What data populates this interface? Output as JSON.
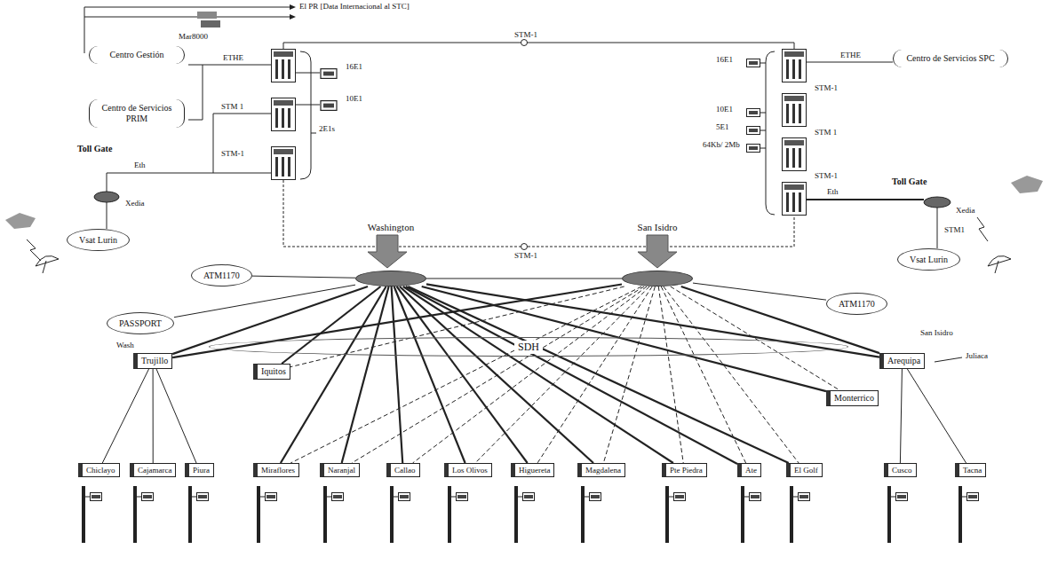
{
  "diagram": {
    "nodes": [
      {
        "text": [
          "Centro Gestión"
        ]
      },
      {
        "text": [
          "Centro de Servicios PRIM"
        ]
      },
      {
        "text": [
          "Vsat Lurin"
        ]
      },
      {
        "text": [
          "Centro de Servicios SPC"
        ]
      },
      {
        "text": [
          "Vsat Lurin"
        ]
      },
      {
        "text": [
          "Washington"
        ]
      },
      {
        "text": [
          "San Isidro"
        ]
      },
      {
        "text": [
          "ATM1170"
        ]
      },
      {
        "text": [
          "PASSPORT"
        ]
      },
      {
        "text": [
          "ATM1170"
        ]
      },
      {
        "text": [
          "SDH"
        ]
      },
      {
        "text": [
          "Trujillo"
        ]
      },
      {
        "text": [
          "Iquitos"
        ]
      },
      {
        "text": [
          "Monterrico"
        ]
      },
      {
        "text": [
          "Arequipa"
        ]
      },
      {
        "text": [
          "Chiclayo"
        ]
      },
      {
        "text": [
          "Cajamarca"
        ]
      },
      {
        "text": [
          "Piura"
        ]
      },
      {
        "text": [
          "Miraflores"
        ]
      },
      {
        "text": [
          "Naranjal"
        ]
      },
      {
        "text": [
          "Callao"
        ]
      },
      {
        "text": [
          "Los Olivos"
        ]
      },
      {
        "text": [
          "Higuereta"
        ]
      },
      {
        "text": [
          "Magdalena"
        ]
      },
      {
        "text": [
          "Pte Piedra"
        ]
      },
      {
        "text": [
          "Ate"
        ]
      },
      {
        "text": [
          "El Golf"
        ]
      },
      {
        "text": [
          "Cusco"
        ]
      },
      {
        "text": [
          "Tacna"
        ]
      }
    ],
    "edges": [
      {
        "from": 5,
        "to": 6,
        "arrow": "none"
      },
      {
        "from": 5,
        "to": 7,
        "arrow": "none"
      },
      {
        "from": 5,
        "to": 8,
        "arrow": "none"
      },
      {
        "from": 6,
        "to": 9,
        "arrow": "none"
      },
      {
        "from": 5,
        "to": 11,
        "arrow": "none"
      },
      {
        "from": 6,
        "to": 11,
        "arrow": "none"
      },
      {
        "from": 5,
        "to": 12,
        "arrow": "none"
      },
      {
        "from": 6,
        "to": 12,
        "arrow": "none"
      },
      {
        "from": 5,
        "to": 13,
        "arrow": "none"
      },
      {
        "from": 6,
        "to": 13,
        "arrow": "none"
      },
      {
        "from": 5,
        "to": 14,
        "arrow": "none"
      },
      {
        "from": 6,
        "to": 14,
        "arrow": "none"
      },
      {
        "from": 5,
        "to": 18,
        "arrow": "none"
      },
      {
        "from": 6,
        "to": 18,
        "arrow": "none"
      },
      {
        "from": 5,
        "to": 19,
        "arrow": "none"
      },
      {
        "from": 6,
        "to": 19,
        "arrow": "none"
      },
      {
        "from": 5,
        "to": 20,
        "arrow": "none"
      },
      {
        "from": 6,
        "to": 20,
        "arrow": "none"
      },
      {
        "from": 5,
        "to": 21,
        "arrow": "none"
      },
      {
        "from": 6,
        "to": 21,
        "arrow": "none"
      },
      {
        "from": 5,
        "to": 22,
        "arrow": "none"
      },
      {
        "from": 6,
        "to": 22,
        "arrow": "none"
      },
      {
        "from": 5,
        "to": 23,
        "arrow": "none"
      },
      {
        "from": 6,
        "to": 23,
        "arrow": "none"
      },
      {
        "from": 5,
        "to": 24,
        "arrow": "none"
      },
      {
        "from": 6,
        "to": 24,
        "arrow": "none"
      },
      {
        "from": 5,
        "to": 25,
        "arrow": "none"
      },
      {
        "from": 6,
        "to": 25,
        "arrow": "none"
      },
      {
        "from": 5,
        "to": 26,
        "arrow": "none"
      },
      {
        "from": 6,
        "to": 26,
        "arrow": "none"
      },
      {
        "from": 11,
        "to": 15,
        "arrow": "none"
      },
      {
        "from": 11,
        "to": 16,
        "arrow": "none"
      },
      {
        "from": 11,
        "to": 17,
        "arrow": "none"
      },
      {
        "from": 14,
        "to": 27,
        "arrow": "none"
      },
      {
        "from": 14,
        "to": 28,
        "arrow": "none"
      }
    ],
    "labels": [
      "El PR [Data Internacional al STC]",
      "Mar8000",
      "STM-1",
      "ETHE",
      "STM 1",
      "STM-1",
      "16E1",
      "10E1",
      "2E1s",
      "Toll Gate",
      "Eth",
      "Xedia",
      "ETHE",
      "STM-1",
      "STM 1",
      "STM-1",
      "16E1",
      "10E1",
      "5E1",
      "64Kb/ 2Mb",
      "Eth",
      "Toll Gate",
      "Xedia",
      "STM1",
      "STM-1",
      "Wash",
      "San Isidro",
      "Juliaca"
    ]
  }
}
